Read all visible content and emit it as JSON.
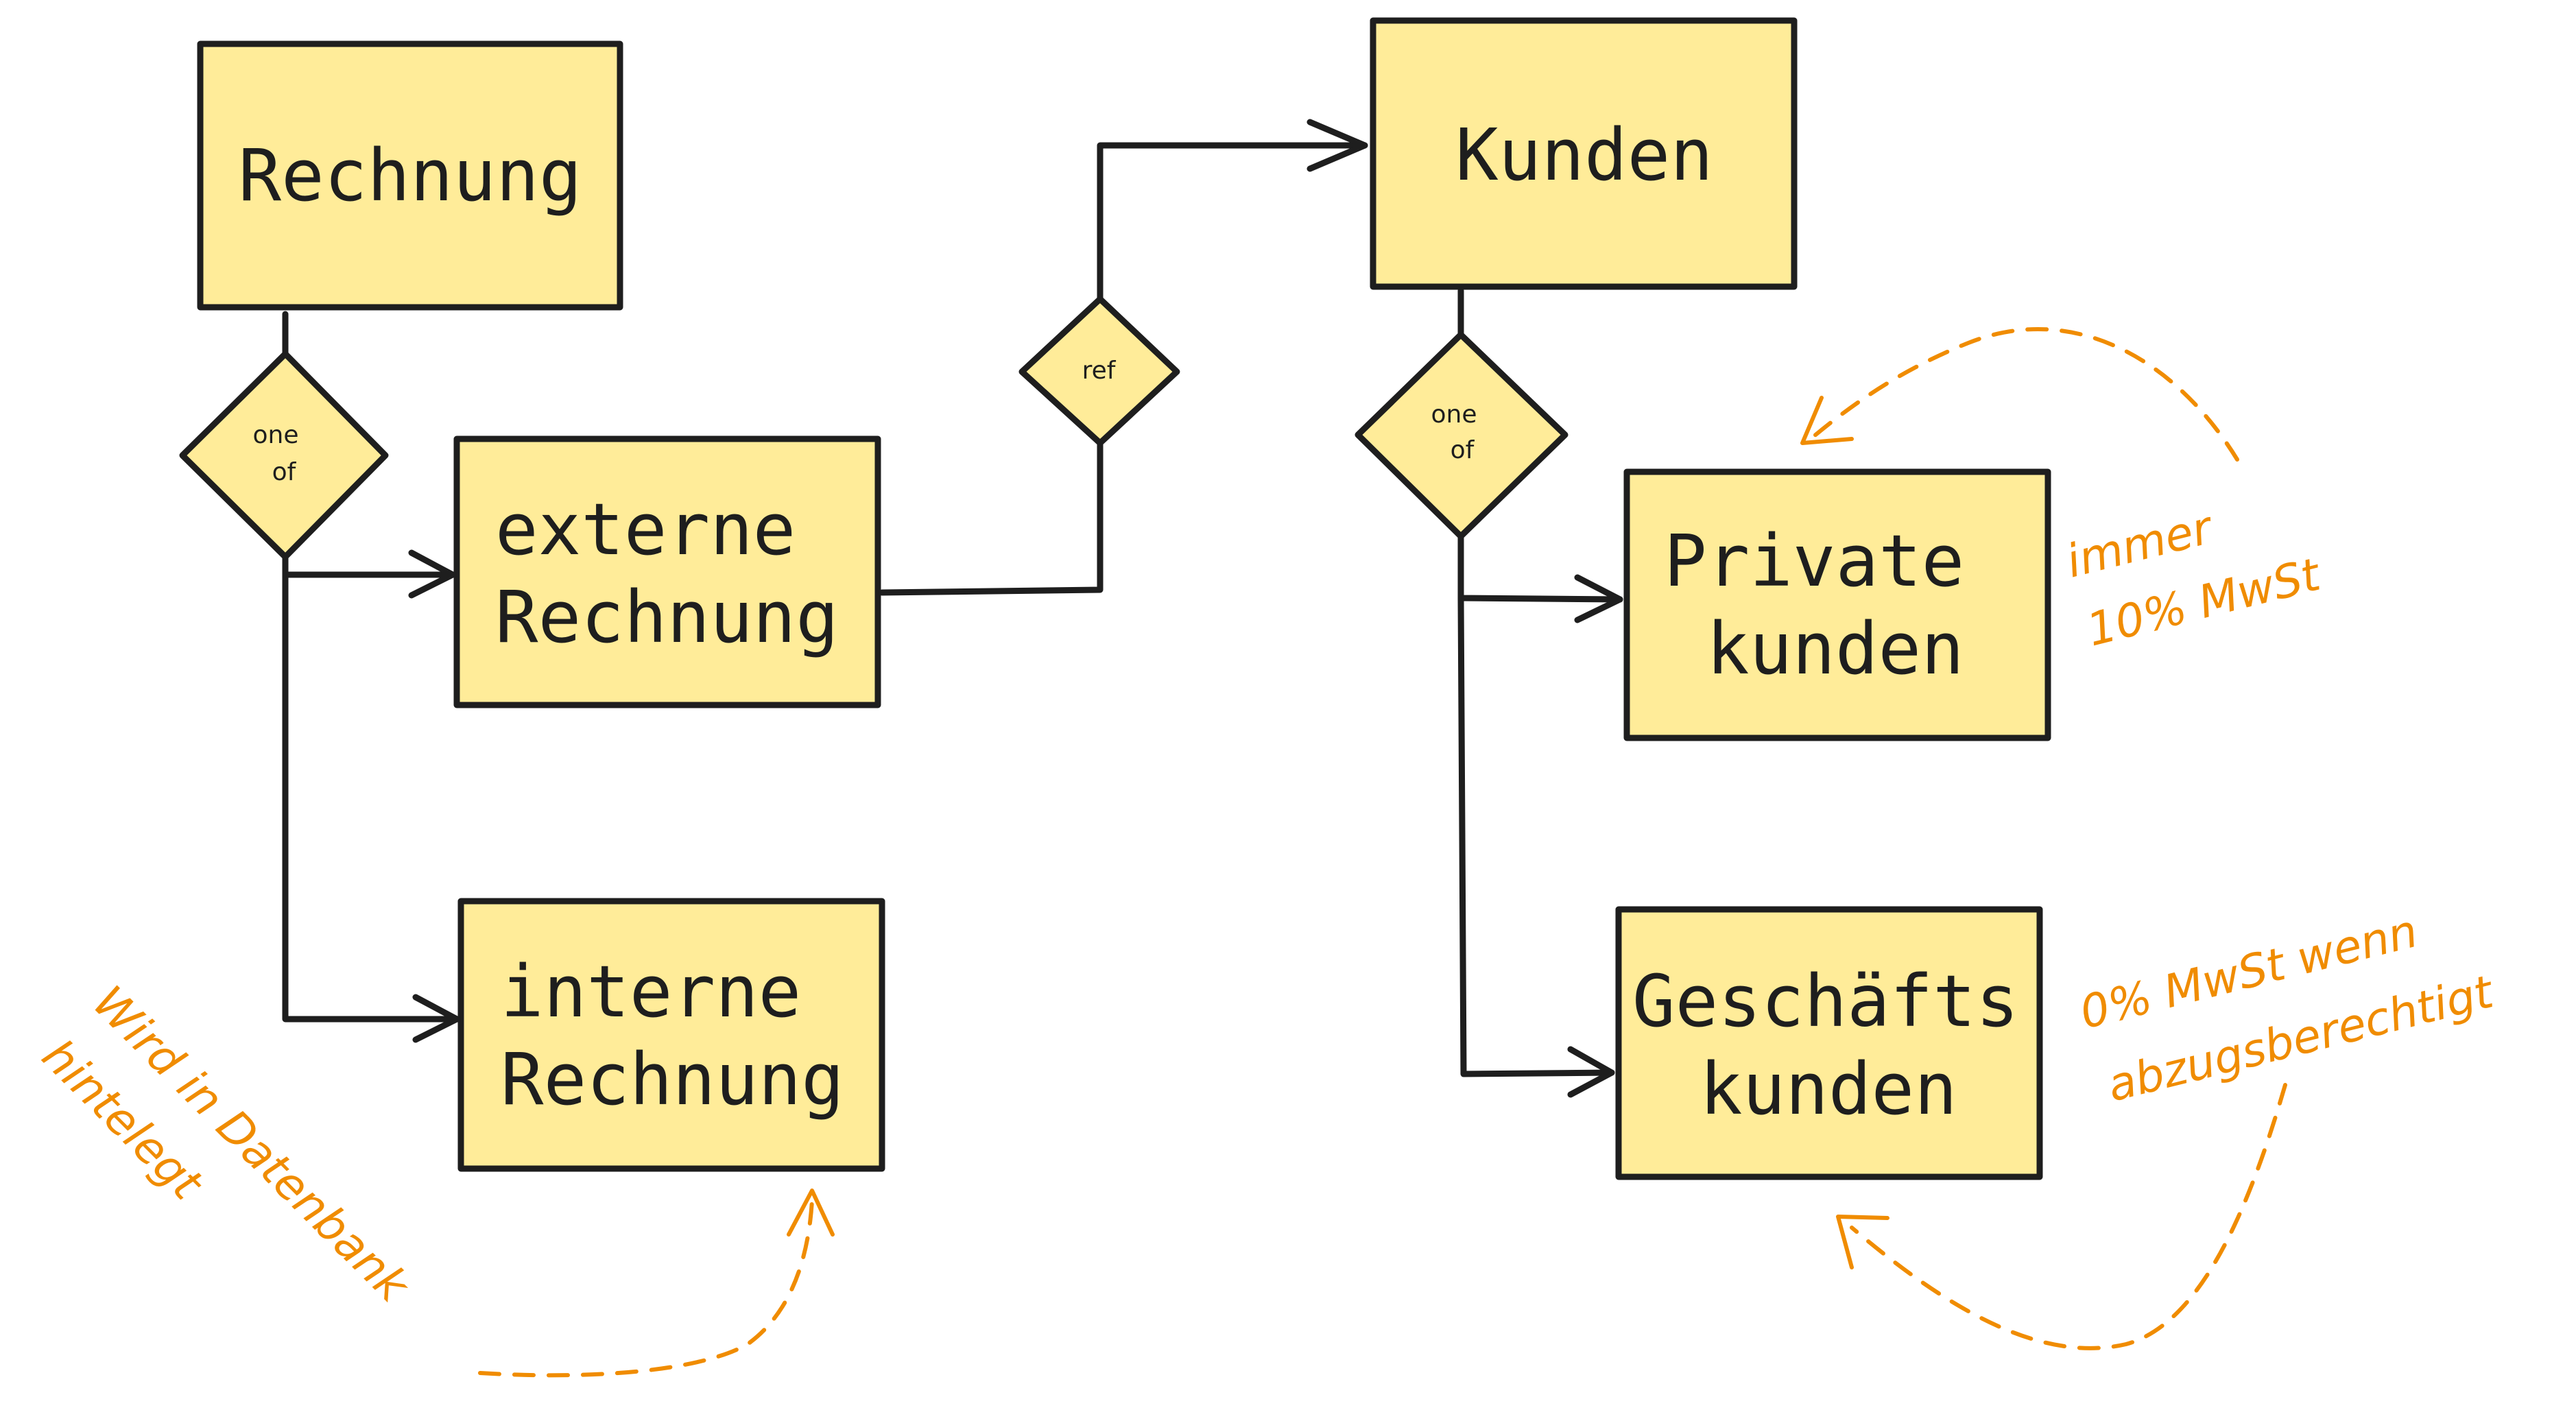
{
  "colors": {
    "box_fill": "#ffec99",
    "stroke": "#1e1e1e",
    "annotation": "#f08c00",
    "background": "#ffffff"
  },
  "entities": {
    "rechnung": [
      "Rechnung"
    ],
    "externe_rechnung": [
      "externe",
      "Rechnung"
    ],
    "interne_rechnung": [
      "interne",
      "Rechnung"
    ],
    "kunden": [
      "Kunden"
    ],
    "private_kunden": [
      "Private",
      "kunden"
    ],
    "geschaefts_kunden": [
      "Geschäfts",
      "kunden"
    ]
  },
  "relations": {
    "rechnung_choice": [
      "one",
      "of"
    ],
    "reference": [
      "ref"
    ],
    "kunden_choice": [
      "one",
      "of"
    ]
  },
  "notes": {
    "private_tax": [
      "immer",
      "10% MwSt"
    ],
    "business_tax": [
      "0% MwSt wenn",
      "abzugsberechtigt"
    ],
    "internal_storage": [
      "Wird in Datenbank",
      "hintelegt"
    ]
  }
}
